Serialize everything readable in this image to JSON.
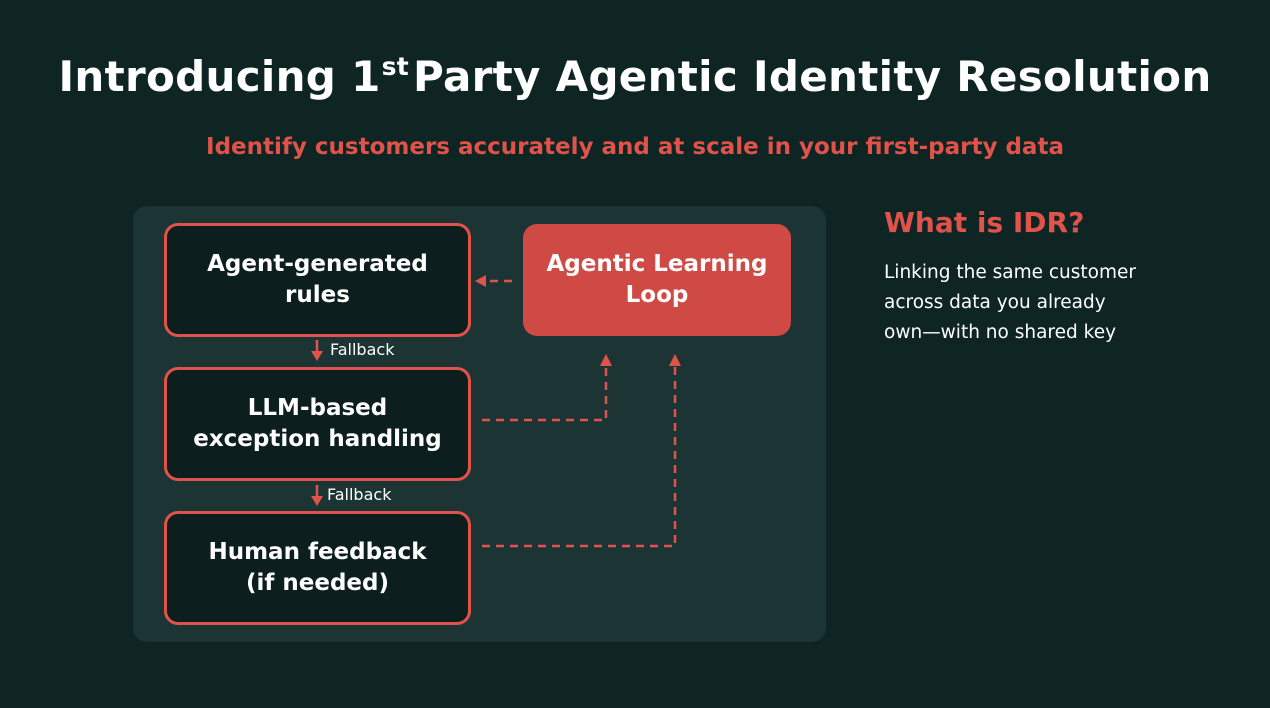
{
  "header": {
    "title_pre": "Introducing 1",
    "title_sup": "st",
    "title_post": "Party Agentic Identity Resolution",
    "subtitle": "Identify customers accurately and at scale in your first-party data"
  },
  "diagram": {
    "box_rules": "Agent-generated\nrules",
    "box_llm": "LLM-based\nexception handling",
    "box_human": "Human feedback\n(if needed)",
    "box_loop": "Agentic Learning\nLoop",
    "fallback_1": "Fallback",
    "fallback_2": "Fallback"
  },
  "sidebar": {
    "heading": "What is IDR?",
    "body": "Linking the same customer\nacross data you already\nown—with no shared key"
  },
  "colors": {
    "background": "#0f2524",
    "panel": "#1c3534",
    "accent": "#e0534a",
    "loop_box": "#d04a45"
  }
}
